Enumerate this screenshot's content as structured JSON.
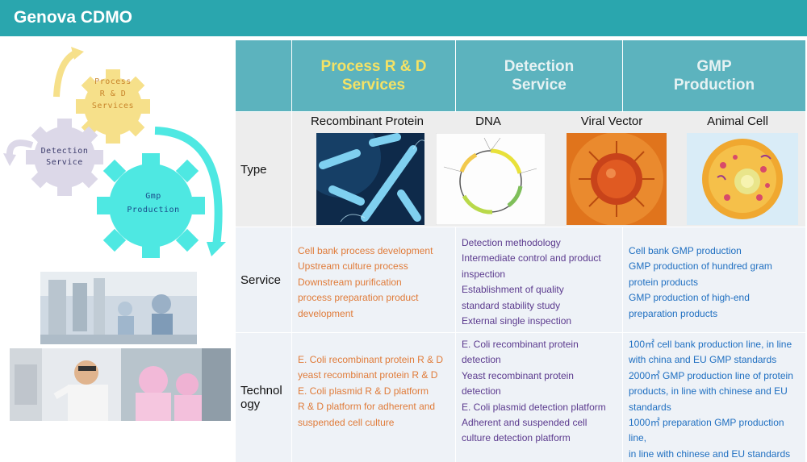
{
  "header": {
    "title": "Genova CDMO"
  },
  "gears": {
    "process": {
      "line1": "Process",
      "line2": "R & D",
      "line3": "Services",
      "color": "#f6e08a"
    },
    "detection": {
      "line1": "Detection",
      "line2": "Service",
      "color": "#dcd8e8"
    },
    "gmp": {
      "line1": "Gmp",
      "line2": "Production",
      "color": "#4ee8e2"
    }
  },
  "table": {
    "columns": [
      {
        "label": "Process R & D\nServices",
        "l1": "Process R & D",
        "l2": "Services",
        "color": "#f4e265"
      },
      {
        "label": "Detection Service",
        "l1": "Detection",
        "l2": "Service",
        "color": "#e6f2f3"
      },
      {
        "label": "GMP Production",
        "l1": "GMP",
        "l2": "Production",
        "color": "#e6f2f3"
      }
    ],
    "rows": {
      "type": "Type",
      "service": "Service",
      "technology_l1": "Technol",
      "technology_l2": "ogy"
    },
    "types": [
      "Recombinant Protein",
      "DNA",
      "Viral Vector",
      "Animal Cell"
    ],
    "service": {
      "process": [
        "Cell bank process development",
        "Upstream culture process",
        "Downstream purification",
        "process preparation product",
        "development"
      ],
      "detection": [
        "Detection methodology",
        "Intermediate control and product",
        "inspection",
        "Establishment of quality",
        "standard stability study",
        "External single inspection"
      ],
      "gmp": [
        "Cell bank GMP production",
        "GMP production of hundred gram",
        "protein products",
        "GMP production of high-end",
        "preparation products"
      ]
    },
    "technology": {
      "process": [
        "E. Coli recombinant protein R & D",
        "yeast recombinant protein R & D",
        "E. Coli plasmid R & D platform",
        "R & D platform for adherent and",
        "suspended cell culture"
      ],
      "detection": [
        "E. Coli recombinant protein",
        "detection",
        "Yeast recombinant protein",
        "detection",
        "E. Coli plasmid detection platform",
        "Adherent and suspended cell",
        "culture detection platform"
      ],
      "gmp": [
        "100㎡ cell bank production line, in line",
        "with china and EU GMP standards",
        "2000㎡ GMP production line of protein",
        "products, in line with chinese and EU",
        "standards",
        "1000㎡ preparation GMP production line,",
        "in line with chinese and EU standards"
      ]
    }
  },
  "colors": {
    "header": "#2aa6ae",
    "orange": "#e07b39",
    "purple": "#5b3a8e",
    "blue": "#1f6fc1"
  }
}
